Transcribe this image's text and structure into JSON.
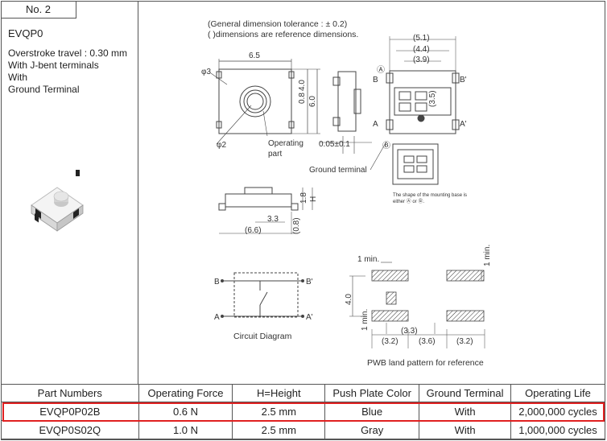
{
  "header": {
    "number_label": "No. 2",
    "model": "EVQP0",
    "description": "Overstroke travel : 0.30 mm\nWith J-bent terminals\nWith\nGround Terminal"
  },
  "drawing": {
    "tolerance_note": "(General dimension tolerance : ± 0.2)",
    "reference_note": "( )dimensions are reference dimensions.",
    "dims": {
      "width_6_5": "6.5",
      "phi3": "φ3",
      "phi2": "φ2",
      "d_0_8": "0.8",
      "d_4_0": "4.0",
      "d_6_0": "6.0",
      "operating_part": "Operating\npart",
      "d_005": "0.05±0.1",
      "ground_terminal": "Ground terminal",
      "d_5_1": "(5.1)",
      "d_4_4": "(4.4)",
      "d_3_9": "(3.9)",
      "d_3_5": "(3.5)",
      "mark_a": "Ⓐ",
      "mark_b": "Ⓑ",
      "pin_b": "B",
      "pin_bp": "B'",
      "pin_a": "A",
      "pin_ap": "A'",
      "mount_note": "The shape of the mounting base is\neither Ⓐ or Ⓑ.",
      "d_1_8": "1.8",
      "h": "H",
      "d_3_3": "3.3",
      "d_0_8r": "(0.8)",
      "d_6_6": "(6.6)"
    },
    "circuit": {
      "b": "B",
      "bp": "B'",
      "a": "A",
      "ap": "A'",
      "caption": "Circuit Diagram"
    },
    "land": {
      "min1_top": "1 min.",
      "min1_right": "1 min.",
      "min1_left": "1 min.",
      "d_4_0": "4.0",
      "d_3_3": "(3.3)",
      "d_3_2a": "(3.2)",
      "d_3_6": "(3.6)",
      "d_3_2b": "(3.2)",
      "caption": "PWB land pattern for reference"
    }
  },
  "table": {
    "headers": [
      "Part Numbers",
      "Operating Force",
      "H=Height",
      "Push Plate Color",
      "Ground Terminal",
      "Operating Life"
    ],
    "rows": [
      [
        "EVQP0P02B",
        "0.6 N",
        "2.5 mm",
        "Blue",
        "With",
        "2,000,000 cycles"
      ],
      [
        "EVQP0S02Q",
        "1.0 N",
        "2.5 mm",
        "Gray",
        "With",
        "1,000,000 cycles"
      ]
    ],
    "highlight_color": "#e02020"
  }
}
